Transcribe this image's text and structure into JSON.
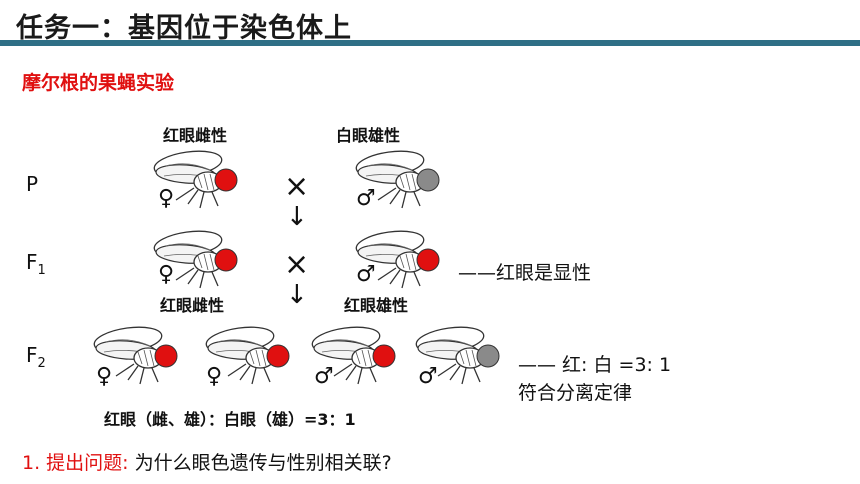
{
  "title": "任务一：基因位于染色体上",
  "subtitle": "摩尔根的果蝇实验",
  "generations": {
    "p": "P",
    "f1_base": "F",
    "f1_sub": "1",
    "f2_base": "F",
    "f2_sub": "2"
  },
  "labels": {
    "p_female": "红眼雌性",
    "p_male": "白眼雄性",
    "f1_female": "红眼雌性",
    "f1_male": "红眼雄性"
  },
  "symbols": {
    "cross": "×",
    "arrow": "↓",
    "female": "♀",
    "male": "♂"
  },
  "notes": {
    "f1": "——红眼是显性",
    "f2_ratio": "—— 红: 白 =3: 1",
    "f2_law": "符合分离定律",
    "f2_summary": "红眼（雌、雄）：白眼（雄）=3：1"
  },
  "question": {
    "number": "1. 提出问题:",
    "text": "为什么眼色遗传与性别相关联?"
  },
  "colors": {
    "red_eye": "#e01010",
    "white_eye": "#8a8a8a",
    "accent_bar": "#2f6f86",
    "highlight": "#e01010"
  }
}
